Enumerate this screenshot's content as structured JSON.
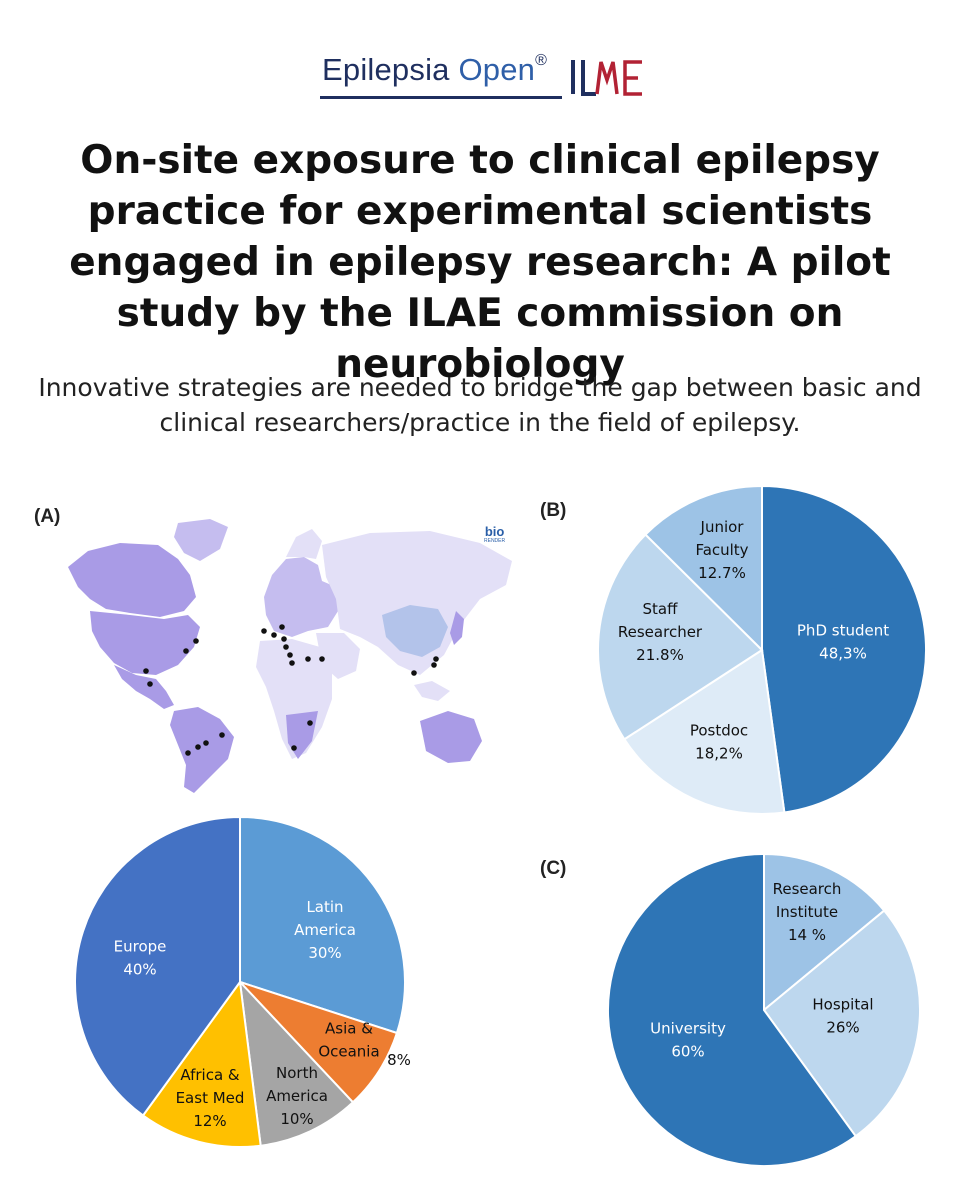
{
  "header": {
    "journal_name": "Epilepsia",
    "journal_open": "Open",
    "journal_mark": "®",
    "society_logo": "ILAE"
  },
  "title": "On-site exposure to clinical epilepsy practice for experimental scientists engaged in epilepsy research: A pilot study by the ILAE commission on neurobiology",
  "subtitle": "Innovative strategies are needed to bridge the gap between basic and clinical researchers/practice in the field of epilepsy.",
  "panels": {
    "a_label": "(A)",
    "b_label": "(B)",
    "c_label": "(C)",
    "map_credit_top": "bio",
    "map_credit_bottom": "RENDER"
  },
  "colors": {
    "map_highlight": "#a99be6",
    "map_light": "#e3e0f7",
    "map_mid": "#c5bdef",
    "map_china": "#b3c3ea",
    "pin": "#111111"
  },
  "chart_data": [
    {
      "id": "A",
      "type": "pie",
      "title": "",
      "slices": [
        {
          "label": [
            "Latin",
            "America",
            "30%"
          ],
          "value": 30,
          "color": "#5b9bd5"
        },
        {
          "label": [
            "Asia &",
            "Oceania"
          ],
          "extra": "8%",
          "value": 8,
          "color": "#ed7d31"
        },
        {
          "label": [
            "North",
            "America",
            "10%"
          ],
          "value": 10,
          "color": "#a5a5a5"
        },
        {
          "label": [
            "Africa  &",
            "East Med",
            "12%"
          ],
          "value": 12,
          "color": "#ffc000"
        },
        {
          "label": [
            "Europe",
            "40%"
          ],
          "value": 40,
          "color": "#4472c4"
        }
      ]
    },
    {
      "id": "B",
      "type": "pie",
      "title": "",
      "slices": [
        {
          "label": [
            "PhD student",
            "48,3%"
          ],
          "value": 48.3,
          "color": "#2e75b6"
        },
        {
          "label": [
            "Postdoc",
            "18,2%"
          ],
          "value": 18.2,
          "color": "#deebf7"
        },
        {
          "label": [
            "Staff",
            "Researcher",
            "21.8%"
          ],
          "value": 21.8,
          "color": "#bdd7ee"
        },
        {
          "label": [
            "Junior",
            "Faculty",
            "12.7%"
          ],
          "value": 12.7,
          "color": "#9dc3e6"
        }
      ]
    },
    {
      "id": "C",
      "type": "pie",
      "title": "",
      "slices": [
        {
          "label": [
            "Research",
            "Institute",
            "14 %"
          ],
          "value": 14,
          "color": "#9dc3e6"
        },
        {
          "label": [
            "Hospital",
            "26%"
          ],
          "value": 26,
          "color": "#bdd7ee"
        },
        {
          "label": [
            "University",
            "60%"
          ],
          "value": 60,
          "color": "#2e75b6"
        }
      ]
    }
  ]
}
